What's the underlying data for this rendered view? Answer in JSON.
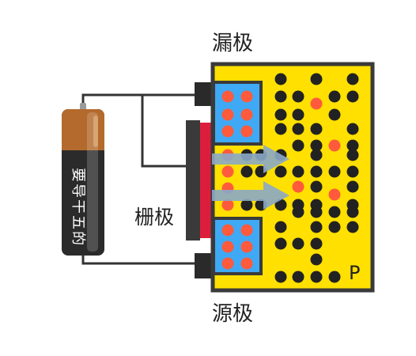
{
  "labels": {
    "drain": "漏极",
    "source": "源极",
    "gate": "栅极",
    "substrate": "P",
    "battery": "要导干五的"
  },
  "colors": {
    "substrate": "#ffe000",
    "n_region": "#3fa9f5",
    "frame": "#3a3a3a",
    "gate_metal": "#3a3a3a",
    "gate_insulator": "#dc1e3c",
    "hole": "#222222",
    "electron": "#ff5a3c",
    "arrow": "#8aa9c8",
    "wire": "#333333",
    "battery_body": "#2b2b2b",
    "battery_cap": "#b36a2c"
  }
}
